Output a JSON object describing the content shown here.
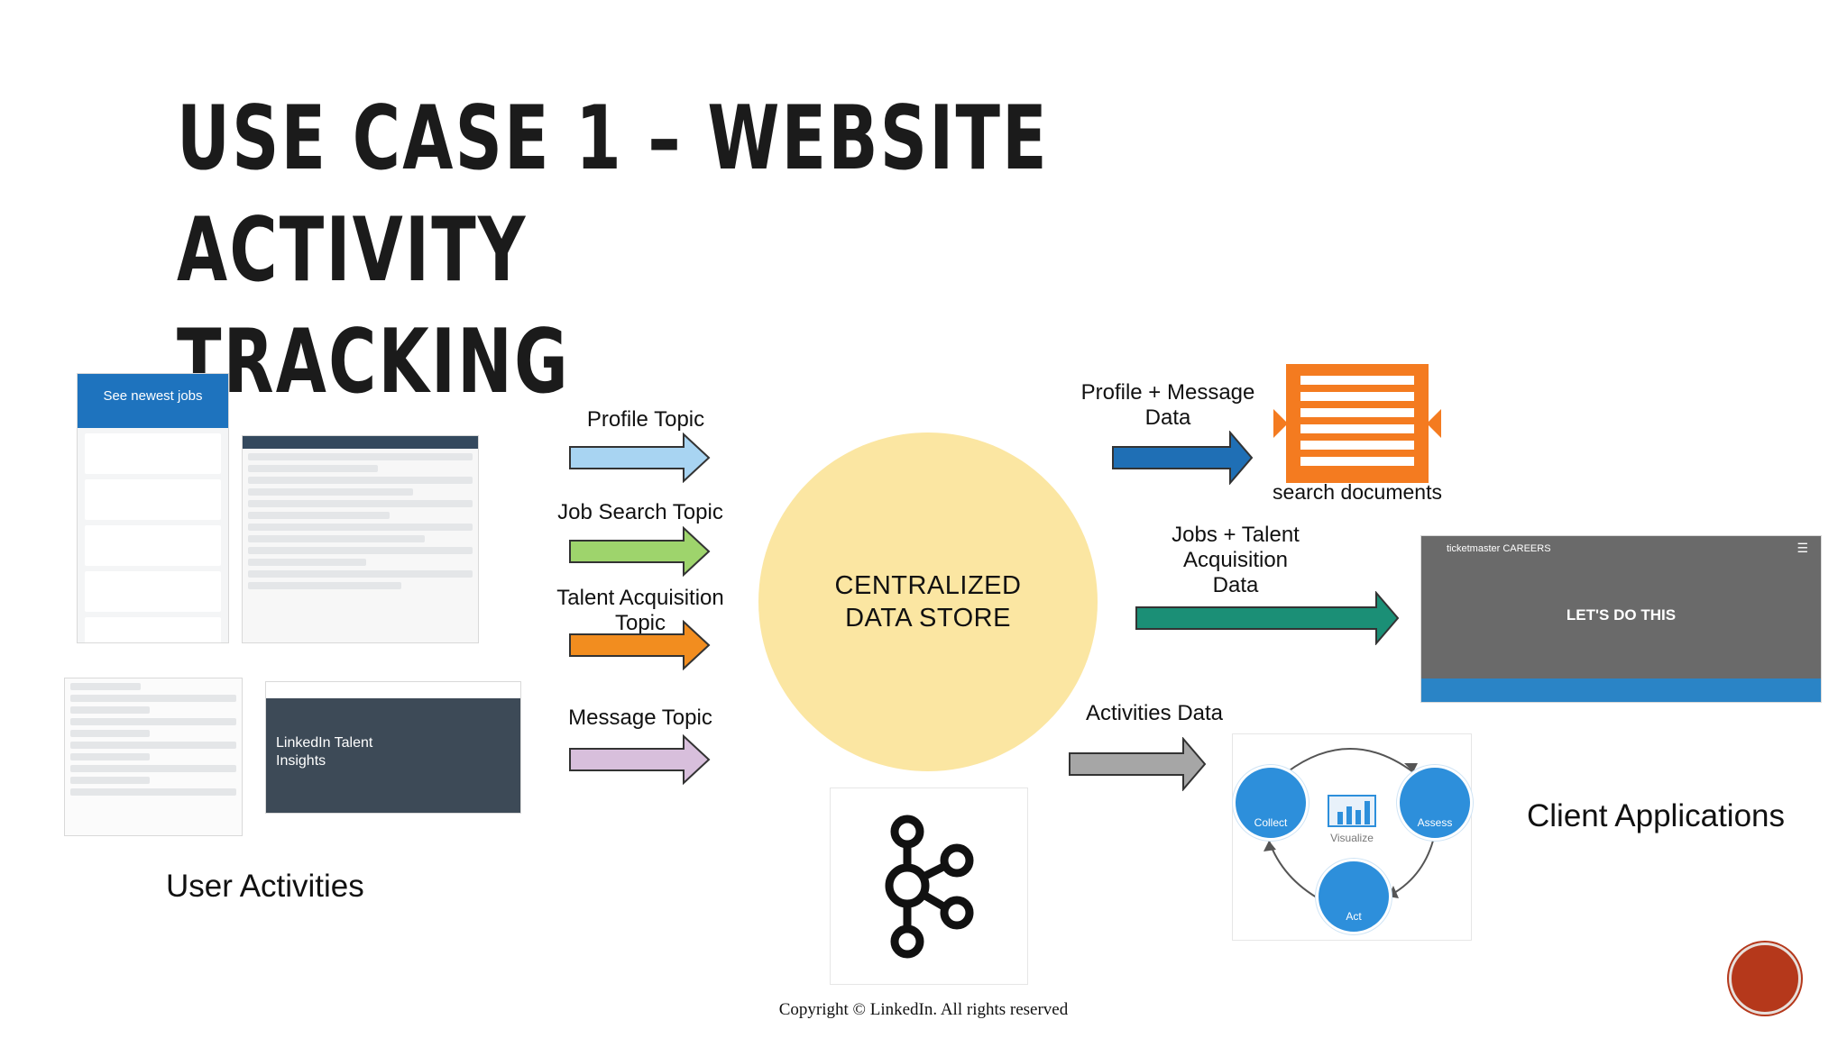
{
  "slide": {
    "title_line1": "Use Case 1 – Website Activity",
    "title_line2": "Tracking",
    "footer": "Copyright © LinkedIn. All rights reserved"
  },
  "left": {
    "caption": "User Activities",
    "screens": {
      "phone_header": "See newest jobs",
      "talent_insights_line1": "LinkedIn Talent",
      "talent_insights_line2": "Insights"
    }
  },
  "topics": [
    {
      "label": "Profile Topic",
      "color": "#a8d4f2"
    },
    {
      "label": "Job Search Topic",
      "color": "#9ed46c"
    },
    {
      "label": "Talent Acquisition Topic",
      "color": "#f28d1f"
    },
    {
      "label": "Message Topic",
      "color": "#d8bfdc"
    }
  ],
  "center": {
    "label": "CENTRALIZED DATA STORE",
    "color": "#fbe6a2"
  },
  "outputs": [
    {
      "label_line1": "Profile + Message",
      "label_line2": "Data",
      "color": "#1f6fb5"
    },
    {
      "label_line1": "Jobs + Talent",
      "label_line2": "Acquisition",
      "label_line3": "Data",
      "color": "#1b8f76"
    },
    {
      "label_line1": "Activities Data",
      "color": "#a6a6a6"
    }
  ],
  "targets": {
    "search_caption": "search documents",
    "search_color": "#f47b20",
    "careers_brand": "ticketmaster CAREERS",
    "careers_cta": "LET'S DO THIS",
    "client_caption": "Client Applications",
    "cycle": {
      "collect": "Collect",
      "assess": "Assess",
      "visualize": "Visualize",
      "act": "Act"
    }
  }
}
